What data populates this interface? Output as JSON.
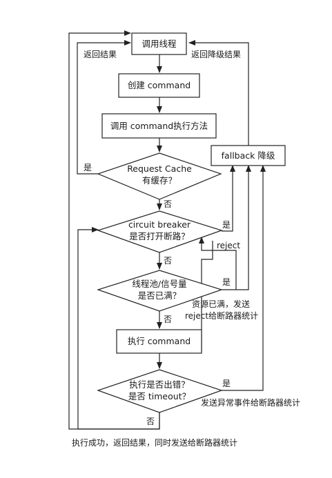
{
  "nodes": {
    "call_thread": "调用线程",
    "create_command": "创建 command",
    "call_execute": "调用 command执行方法",
    "fallback": "fallback 降级",
    "request_cache": [
      "Request Cache",
      "有缓存？"
    ],
    "circuit_breaker": [
      "circuit breaker",
      "是否打开断路？"
    ],
    "thread_pool": [
      "线程池/信号量",
      "是否已满？"
    ],
    "execute_command": "执行 command",
    "execute_error": [
      "执行是否出错？",
      "是否 timeout？"
    ]
  },
  "edge_labels": {
    "return_result": "返回结果",
    "return_fallback_result": "返回降级结果",
    "cache_yes": "是",
    "cache_no": "否",
    "breaker_yes": "是",
    "breaker_no": "否",
    "reject": "reject",
    "pool_yes": "是",
    "pool_no": "否",
    "pool_full_note": [
      "资源已满，发送",
      "reject给断路器统计"
    ],
    "error_yes": "是",
    "error_note": "发送异常事件给断路器统计",
    "error_no": "否",
    "success_note": "执行成功，返回结果，同时发送给断路器统计"
  }
}
